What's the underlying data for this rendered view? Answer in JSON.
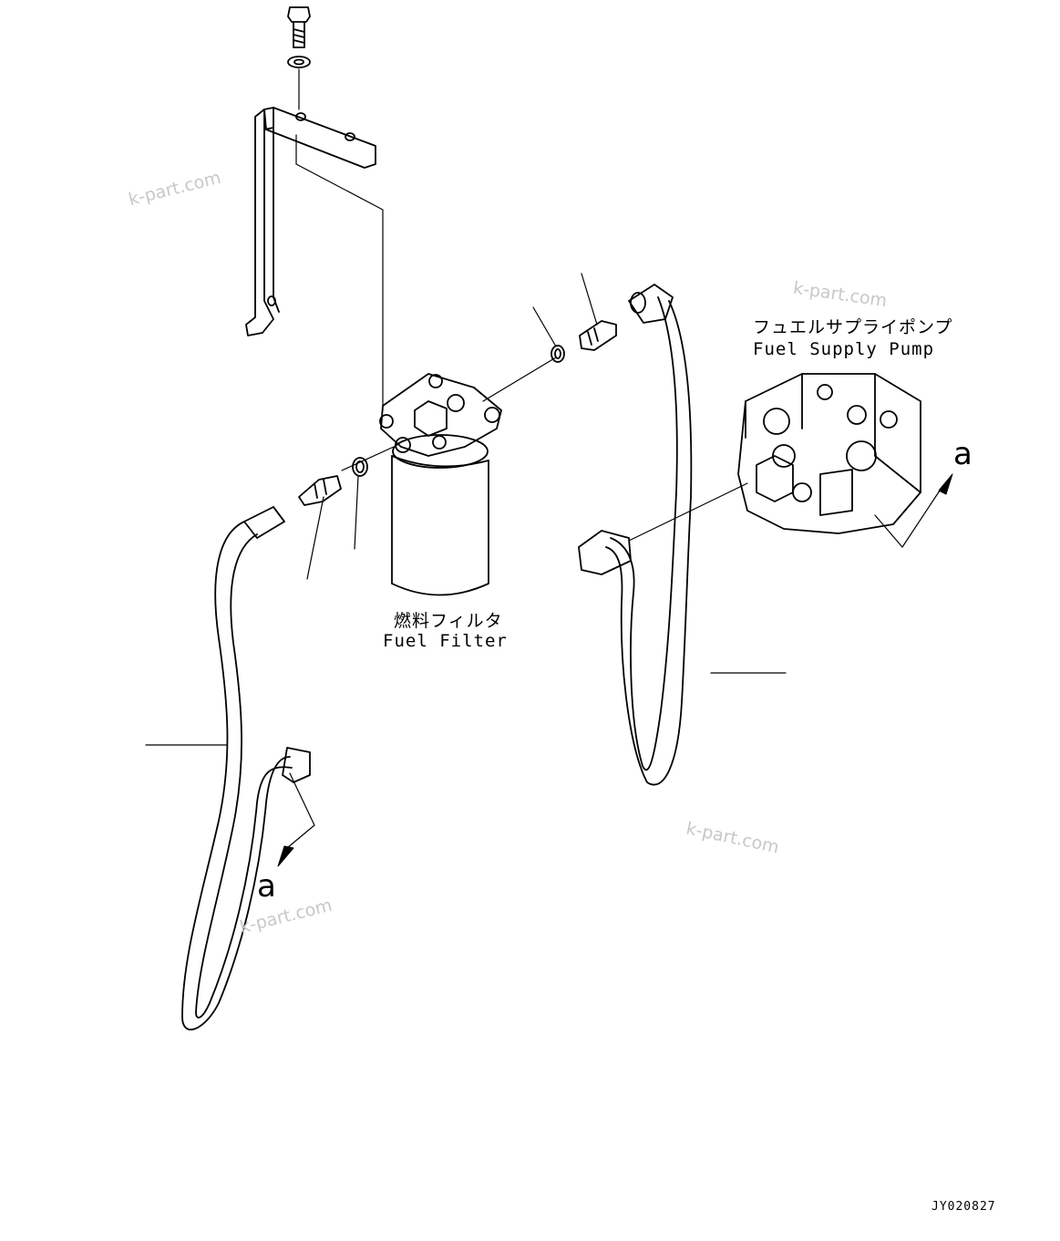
{
  "labels": {
    "fuel_supply_pump_jp": "フュエルサプライポンプ",
    "fuel_supply_pump_en": "Fuel Supply Pump",
    "fuel_filter_jp": "燃料フィルタ",
    "fuel_filter_en": "Fuel Filter",
    "callout_a": "a",
    "drawing_code": "JY020827"
  },
  "watermarks": [
    "k-part.com",
    "k-part.com",
    "k-part.com",
    "k-part.com"
  ]
}
